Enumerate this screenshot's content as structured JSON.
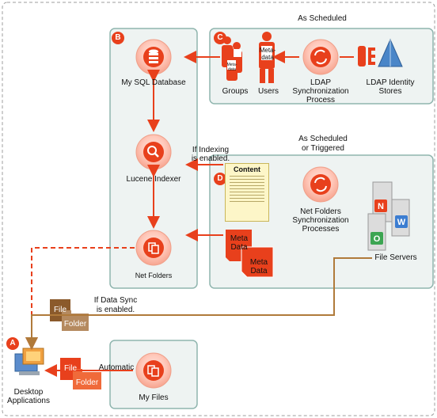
{
  "headings": {
    "scheduled": "As Scheduled",
    "scheduled_or_triggered_1": "As Scheduled",
    "scheduled_or_triggered_2": "or Triggered"
  },
  "badges": {
    "a": "A",
    "b": "B",
    "c": "C",
    "d": "D"
  },
  "nodes": {
    "mysql": "My SQL Database",
    "lucene": "Lucene Indexer",
    "netfolders": "Net Folders",
    "groups": "Groups",
    "users": "Users",
    "ldap_sync_1": "LDAP",
    "ldap_sync_2": "Synchronization",
    "ldap_sync_3": "Process",
    "ldap_stores_1": "LDAP Identity",
    "ldap_stores_2": "Stores",
    "netfolders_sync_1": "Net Folders",
    "netfolders_sync_2": "Synchronization",
    "netfolders_sync_3": "Processes",
    "file_servers": "File Servers",
    "desktop_1": "Desktop",
    "desktop_2": "Applications",
    "myfiles": "My Files"
  },
  "icon_text": {
    "user_meta_1": "Meta-",
    "user_meta_2": "data",
    "group_meta": "Meta-data",
    "meta_1": "Meta",
    "meta_2": "Data",
    "file": "File",
    "folder": "Folder",
    "content_title": "Content"
  },
  "annotations": {
    "if_indexing_1": "If Indexing",
    "if_indexing_2": "is enabled.",
    "if_datasync_1": "If Data Sync",
    "if_datasync_2": "is enabled.",
    "automatic": "Automatic"
  },
  "colors": {
    "accent": "#e8401c",
    "panel_border": "#8fb5ae",
    "panel_fill": "#eef3f2"
  }
}
